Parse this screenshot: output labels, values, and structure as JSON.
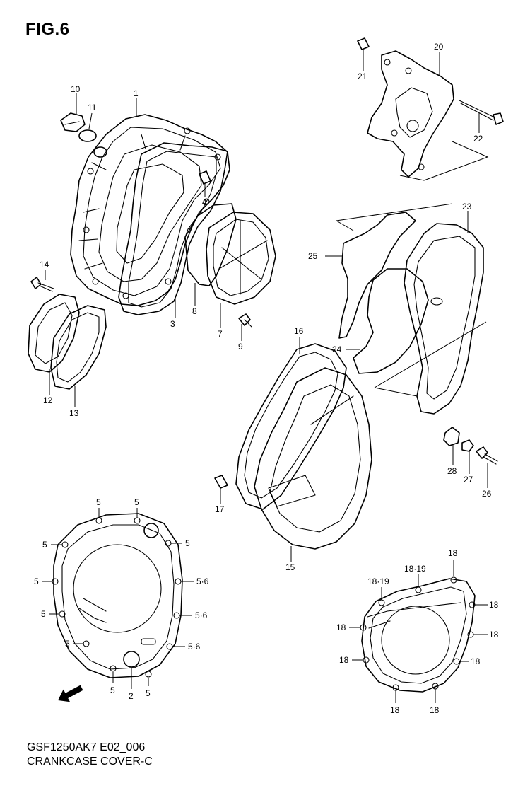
{
  "figure": {
    "title": "FIG.6",
    "code": "GSF1250AK7 E02_006",
    "name": "CRANKCASE COVER-C"
  },
  "fwd_badge": "FWD",
  "labels": [
    {
      "id": "l1",
      "text": "1"
    },
    {
      "id": "l10",
      "text": "10"
    },
    {
      "id": "l11",
      "text": "11"
    },
    {
      "id": "l4",
      "text": "4"
    },
    {
      "id": "l3",
      "text": "3"
    },
    {
      "id": "l8",
      "text": "8"
    },
    {
      "id": "l7",
      "text": "7"
    },
    {
      "id": "l9",
      "text": "9"
    },
    {
      "id": "l14",
      "text": "14"
    },
    {
      "id": "l12",
      "text": "12"
    },
    {
      "id": "l13",
      "text": "13"
    },
    {
      "id": "l20",
      "text": "20"
    },
    {
      "id": "l21",
      "text": "21"
    },
    {
      "id": "l22",
      "text": "22"
    },
    {
      "id": "l23",
      "text": "23"
    },
    {
      "id": "l25",
      "text": "25"
    },
    {
      "id": "l24",
      "text": "24"
    },
    {
      "id": "l16",
      "text": "16"
    },
    {
      "id": "l28",
      "text": "28"
    },
    {
      "id": "l27",
      "text": "27"
    },
    {
      "id": "l26",
      "text": "26"
    },
    {
      "id": "l17",
      "text": "17"
    },
    {
      "id": "l15",
      "text": "15"
    },
    {
      "id": "l5a",
      "text": "5"
    },
    {
      "id": "l5b",
      "text": "5"
    },
    {
      "id": "l5c",
      "text": "5"
    },
    {
      "id": "l5d",
      "text": "5"
    },
    {
      "id": "l5e",
      "text": "5"
    },
    {
      "id": "l5f",
      "text": "5"
    },
    {
      "id": "l5g",
      "text": "5"
    },
    {
      "id": "l5h",
      "text": "5"
    },
    {
      "id": "l5i",
      "text": "5"
    },
    {
      "id": "l56a",
      "text": "5·6"
    },
    {
      "id": "l56b",
      "text": "5·6"
    },
    {
      "id": "l56c",
      "text": "5·6"
    },
    {
      "id": "l2",
      "text": "2"
    },
    {
      "id": "l18a",
      "text": "18"
    },
    {
      "id": "l1819a",
      "text": "18·19"
    },
    {
      "id": "l1819b",
      "text": "18·19"
    },
    {
      "id": "l18b",
      "text": "18"
    },
    {
      "id": "l18c",
      "text": "18"
    },
    {
      "id": "l18d",
      "text": "18"
    },
    {
      "id": "l18e",
      "text": "18"
    },
    {
      "id": "l18f",
      "text": "18"
    },
    {
      "id": "l18g",
      "text": "18"
    },
    {
      "id": "l18h",
      "text": "18"
    }
  ]
}
